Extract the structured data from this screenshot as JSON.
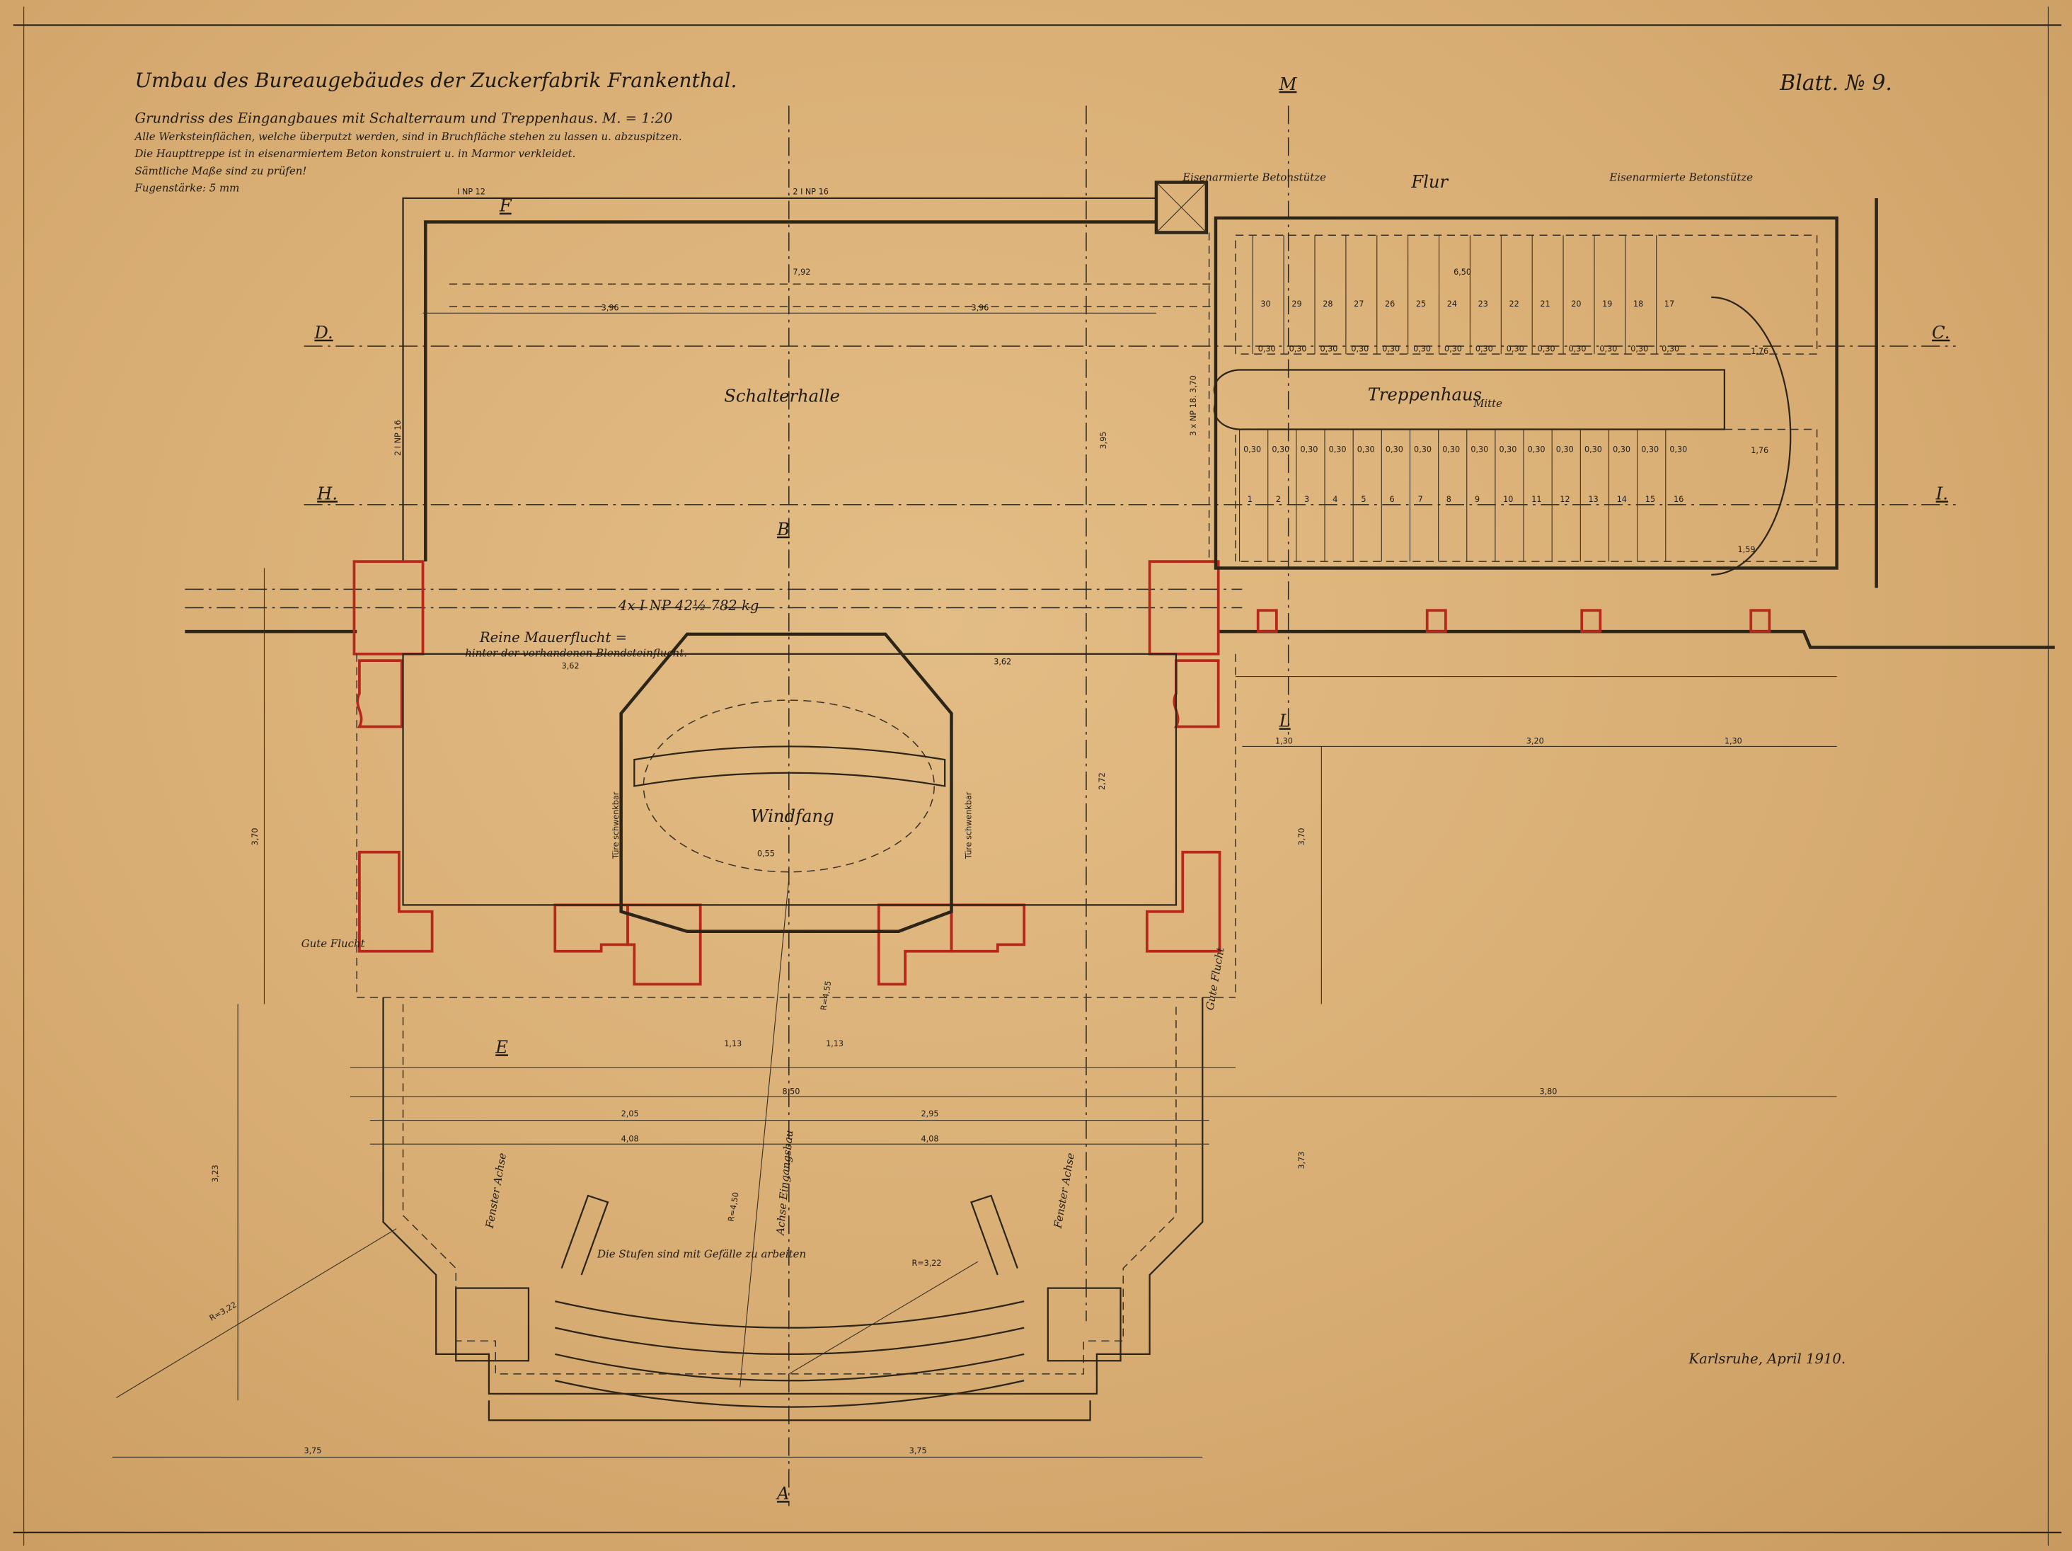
{
  "header": {
    "title": "Umbau des Bureaugebäudes der Zuckerfabrik Frankenthal.",
    "subtitle": "Grundriss des Eingangbaues mit Schalterraum und Treppenhaus. M. = 1:20",
    "notes": [
      "Alle Werksteinflächen, welche überputzt werden, sind in Bruchfläche stehen zu lassen u. abzuspitzen.",
      "Die Haupttreppe ist in eisenarmiertem Beton konstruiert u. in Marmor verkleidet.",
      "Sämtliche Maße sind zu prüfen!",
      "Fugenstärke: 5 mm"
    ],
    "sheet": "Blatt. № 9."
  },
  "footer": {
    "place_date": "Karlsruhe, April 1910."
  },
  "rooms": {
    "hall": "Schalterhalle",
    "stair": "Treppenhaus",
    "stair_mid": "Mitte",
    "vestibule": "Windfang",
    "corridor": "Flur"
  },
  "annotations": {
    "column_left": "Eisenarmierte Betonstütze",
    "column_right": "Eisenarmierte Betonstütze",
    "wall_line": "Reine Mauerflucht =",
    "wall_line_sub": "hinter der vorhandenen Blendsteinflucht.",
    "beam": "4x I NP 42½ 782 kg",
    "beam_top": "2 I NP 16",
    "beam_left": "2 I NP 16",
    "beam_stair": "3 x NP 18. 3,70",
    "ipn12": "I NP 12",
    "good_line_left": "Gute Flucht",
    "good_line_right": "Gute Flucht",
    "window_axis_left": "Fenster Achse",
    "window_axis_right": "Fenster Achse",
    "entry_axis": "Achse Eingangsbau",
    "steps_note": "Die Stufen sind mit Gefälle zu arbeiten",
    "radius_left": "R=3,22",
    "radius_right": "R=3,22",
    "radius_mid": "R=4,50",
    "radius_door": "R=4,55",
    "door_left": "Türe schwenkbar",
    "door_right": "Türe schwenkbar"
  },
  "sections": {
    "D": "D.",
    "C": "C.",
    "H": "H.",
    "I": "I.",
    "A": "A",
    "B": "B",
    "E": "E",
    "F": "F",
    "L": "L",
    "M": "M"
  },
  "dimensions": {
    "hall_left": "3,96",
    "hall_right": "3,96",
    "hall_total": "7,92",
    "hall_depth": "3,95",
    "wall_left": "3,62",
    "wall_right": "3,62",
    "front_total": "8,50",
    "front_l": "2,05",
    "front_r": "2,95",
    "front_w_l": "4,08",
    "front_w_r": "4,08",
    "bottom_l": "3,75",
    "bottom_r": "3,75",
    "stair_run": "6,50",
    "stair_w": "3,20",
    "stair_a": "1,30",
    "stair_b": "1,30",
    "stair_c": "1,59",
    "stair_d": "1,76",
    "stair_e": "1,76",
    "side_l": "3,70",
    "side_r": "3,70",
    "side_depth": "3,73",
    "side_depth_l": "3,23",
    "right_span": "3,80",
    "vest_depth": "2,72",
    "front_mid": "1,13",
    "front_mid2": "1,13",
    "door_w": "0,55"
  },
  "stair_numbers_upper": [
    "30",
    "29",
    "28",
    "27",
    "26",
    "25",
    "24",
    "23",
    "22",
    "21",
    "20",
    "19",
    "18",
    "17"
  ],
  "stair_numbers_lower": [
    "1",
    "2",
    "3",
    "4",
    "5",
    "6",
    "7",
    "8",
    "9",
    "10",
    "11",
    "12",
    "13",
    "14",
    "15",
    "16"
  ],
  "tread": "0,30"
}
